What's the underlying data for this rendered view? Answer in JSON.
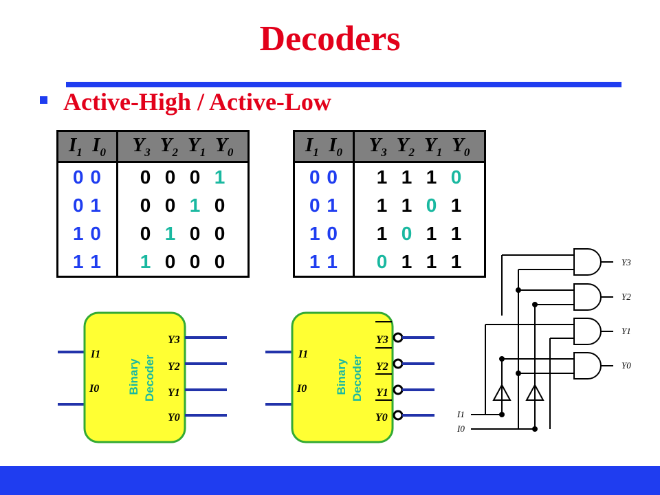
{
  "slide": {
    "title": "Decoders",
    "subtitle": "Active-High / Active-Low"
  },
  "tables": [
    {
      "name": "active-high",
      "headers": {
        "inputs": [
          "1",
          "0"
        ],
        "outputs": [
          "3",
          "2",
          "1",
          "0"
        ]
      },
      "rows": [
        {
          "in": "0 0",
          "out": [
            "0",
            "0",
            "0",
            "1"
          ],
          "hl": 3
        },
        {
          "in": "0 1",
          "out": [
            "0",
            "0",
            "1",
            "0"
          ],
          "hl": 2
        },
        {
          "in": "1 0",
          "out": [
            "0",
            "1",
            "0",
            "0"
          ],
          "hl": 1
        },
        {
          "in": "1 1",
          "out": [
            "1",
            "0",
            "0",
            "0"
          ],
          "hl": 0
        }
      ]
    },
    {
      "name": "active-low",
      "headers": {
        "inputs": [
          "1",
          "0"
        ],
        "outputs": [
          "3",
          "2",
          "1",
          "0"
        ]
      },
      "rows": [
        {
          "in": "0 0",
          "out": [
            "1",
            "1",
            "1",
            "0"
          ],
          "hl": 3
        },
        {
          "in": "0 1",
          "out": [
            "1",
            "1",
            "0",
            "1"
          ],
          "hl": 2
        },
        {
          "in": "1 0",
          "out": [
            "1",
            "0",
            "1",
            "1"
          ],
          "hl": 1
        },
        {
          "in": "1 1",
          "out": [
            "0",
            "1",
            "1",
            "1"
          ],
          "hl": 0
        }
      ]
    }
  ],
  "decoder_blocks": {
    "body_label_1": "Binary",
    "body_label_2": "Decoder",
    "inputs": [
      "I1",
      "I0"
    ],
    "outputs": [
      "Y3",
      "Y2",
      "Y1",
      "Y0"
    ]
  },
  "circuit": {
    "outputs": [
      "Y3",
      "Y2",
      "Y1",
      "Y0"
    ],
    "inputs": [
      "I1",
      "I0"
    ]
  },
  "colors": {
    "title": "#e2001a",
    "accent_blue": "#1f3df0",
    "highlight": "#19b8a0",
    "block_fill": "#ffff33",
    "block_stroke": "#33aa33",
    "header_gray": "#808080"
  }
}
